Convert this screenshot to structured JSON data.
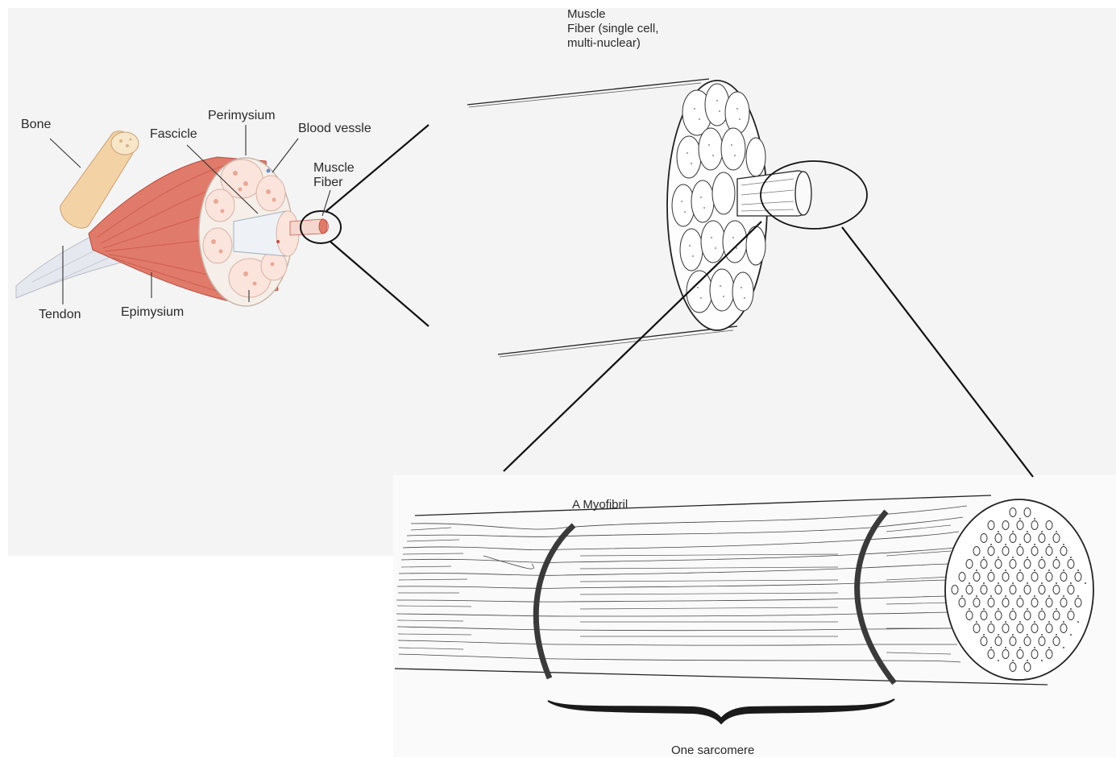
{
  "labels": {
    "bone": "Bone",
    "fascicle": "Fascicle",
    "perimysium": "Perimysium",
    "blood_vessel": "Blood vessle",
    "muscle_fiber_small": [
      "Muscle",
      "Fiber"
    ],
    "tendon": "Tendon",
    "epimysium": "Epimysium",
    "muscle_fiber_cell": [
      "Muscle",
      "Fiber (single cell,",
      "multi-nuclear)"
    ],
    "myofibril": "A Myofibril",
    "sarcomere": "One sarcomere"
  },
  "colors": {
    "muscle": "#e07a6a",
    "muscle_dark": "#c9584a",
    "bone": "#f3d2a6",
    "fascicle_fill": "#fbe4dc",
    "sheath": "#f6efe9",
    "tendon": "#e6e8ef",
    "line": "#1a1a1a",
    "panel": "#f4f4f4"
  }
}
